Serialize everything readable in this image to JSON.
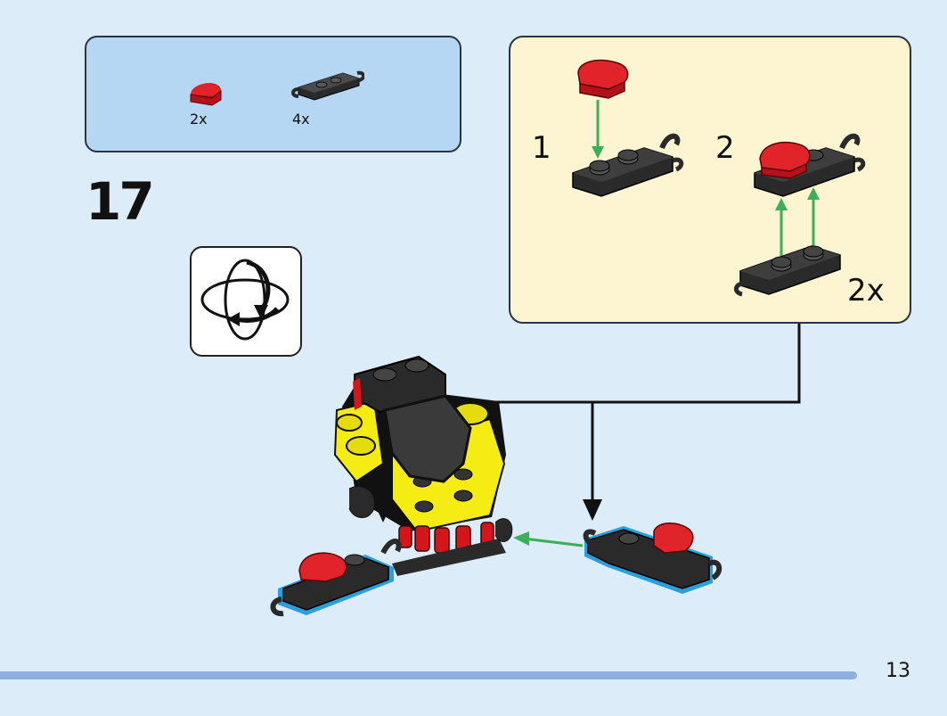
{
  "parts_list": {
    "items": [
      {
        "icon": "red-curved-tile-icon",
        "quantity": "2x"
      },
      {
        "icon": "black-clip-plate-icon",
        "quantity": "4x"
      }
    ]
  },
  "step": {
    "number": "17"
  },
  "rotate_hint": {
    "icon": "rotate-model-icon"
  },
  "sub_assembly": {
    "steps": [
      {
        "number": "1"
      },
      {
        "number": "2"
      }
    ],
    "multiplier": "2x"
  },
  "colors": {
    "page_background": "#dcedf9",
    "parts_box": "#b6d7f3",
    "sub_box": "#fdf4d2",
    "arrow_green": "#3fae5a",
    "brick_red": "#d4161c",
    "brick_black": "#2a2a2a",
    "brick_yellow": "#f5ec14",
    "highlight_blue": "#2a9fe0",
    "footer_bar": "#8fb0dc"
  },
  "page": {
    "number": "13"
  }
}
